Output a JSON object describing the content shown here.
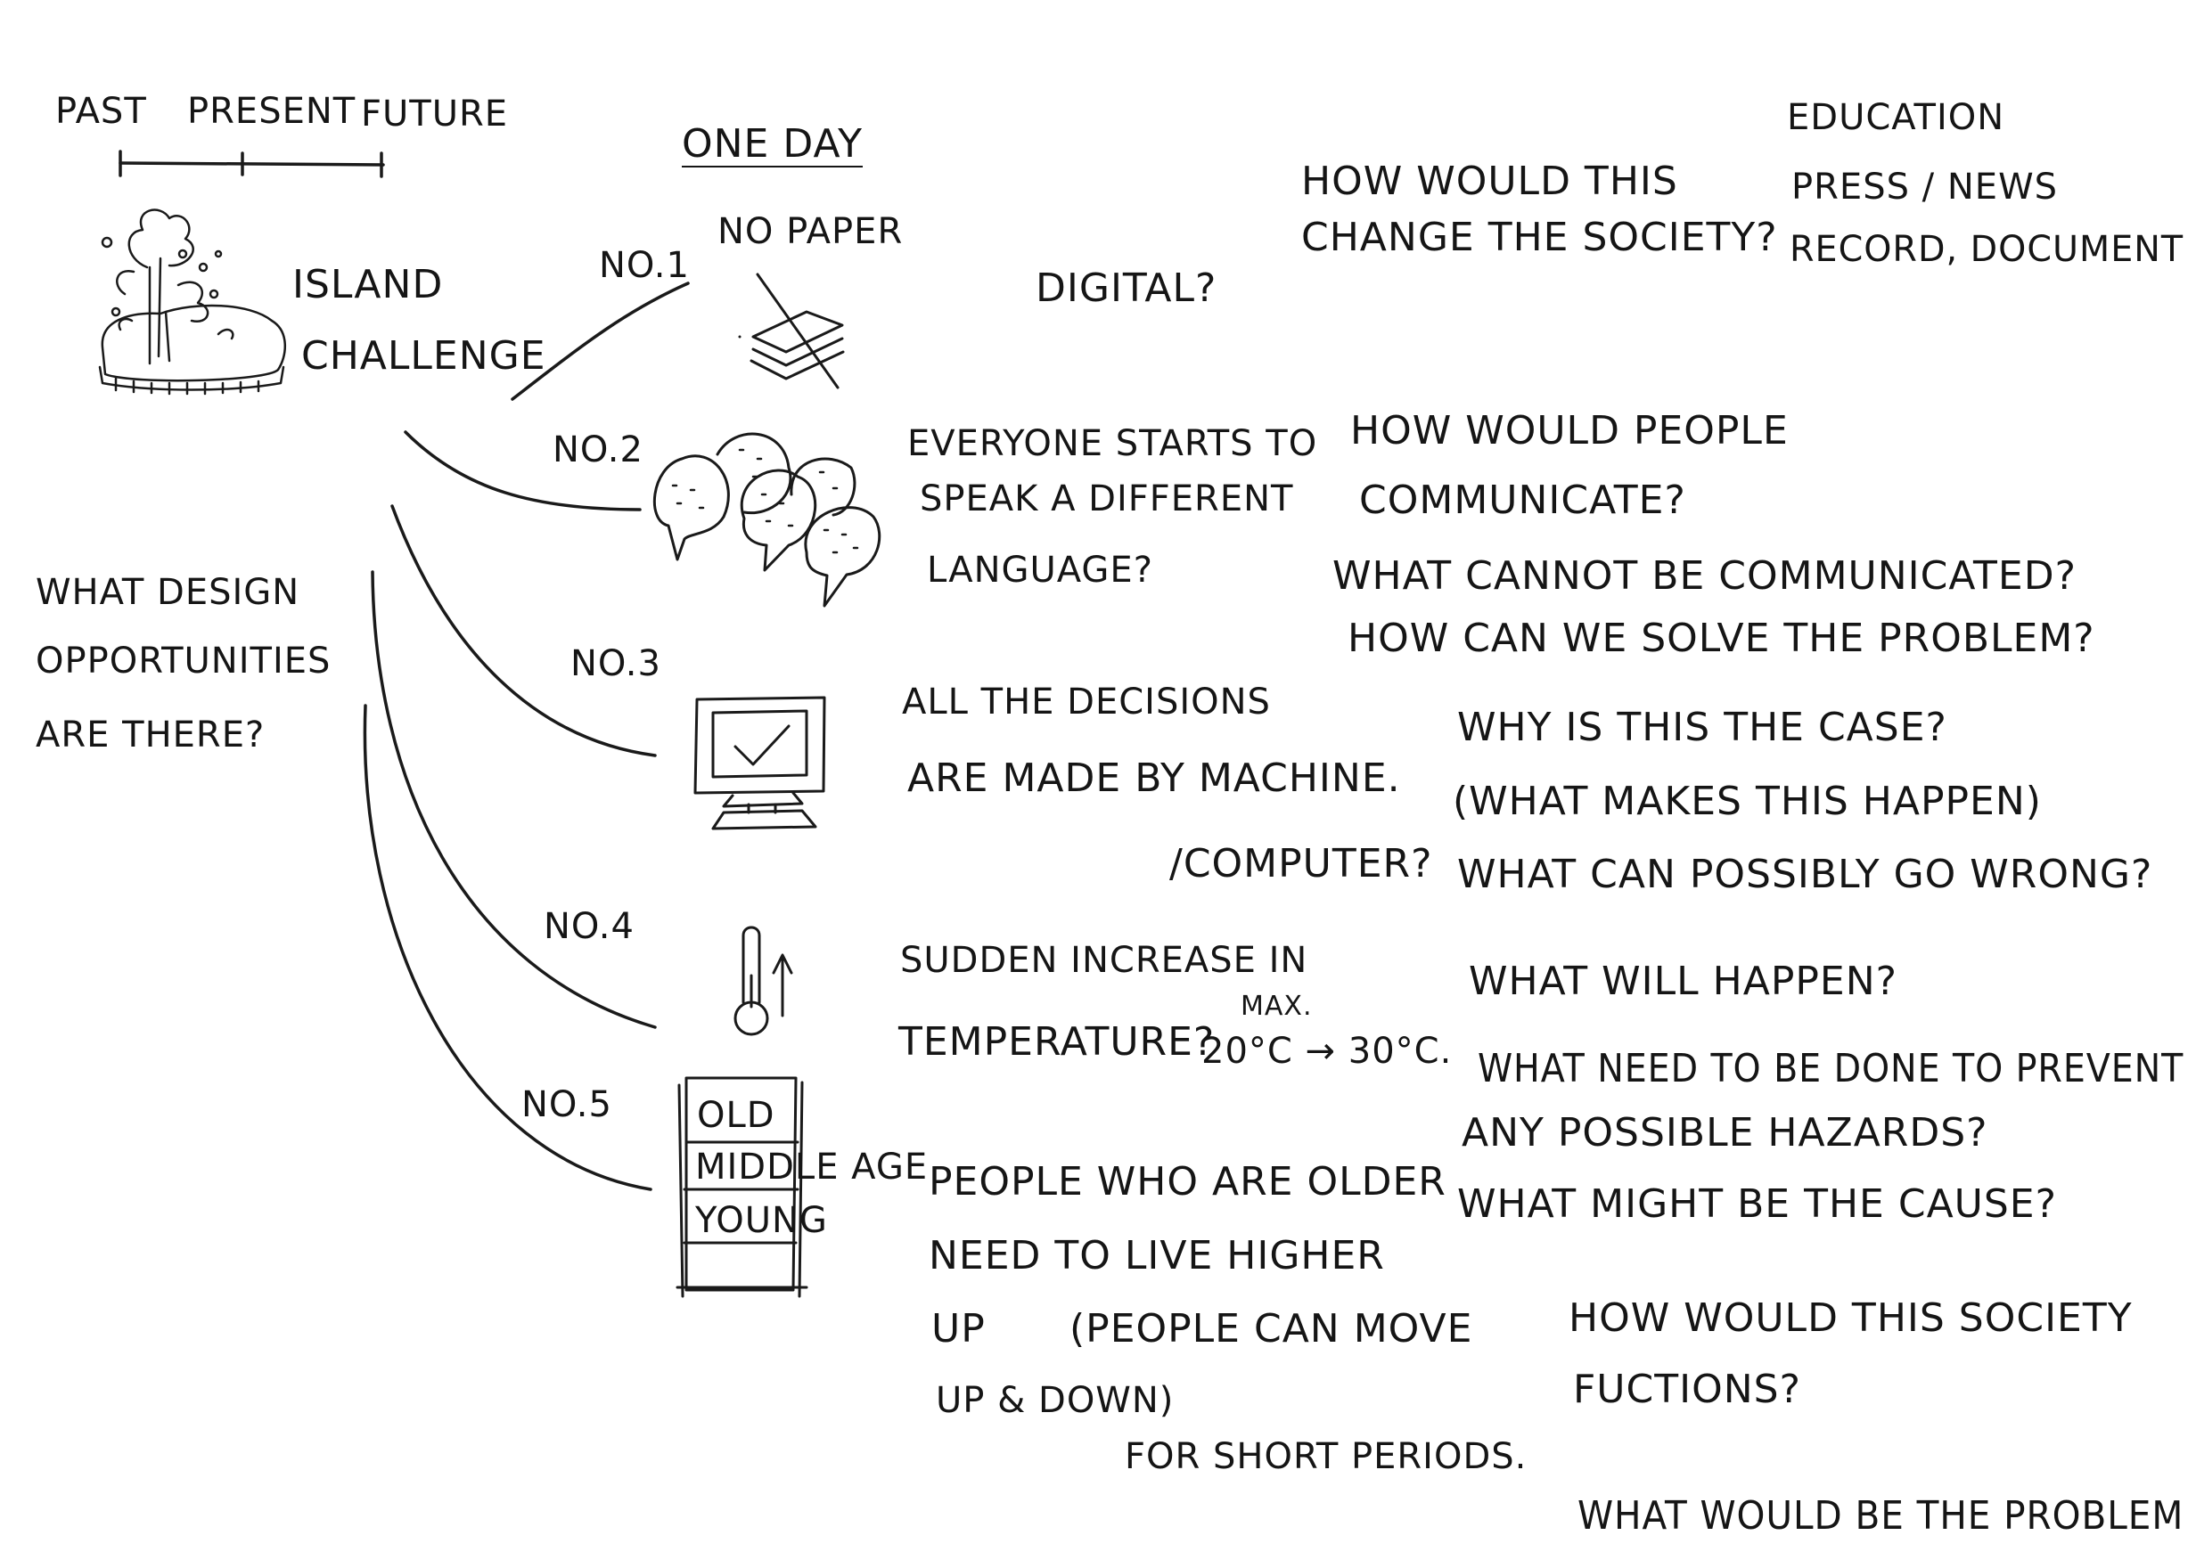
{
  "timeline": {
    "past": "PAST",
    "present": "PRESENT",
    "future": "FUTURE"
  },
  "one_day": "ONE DAY",
  "island_challenge": [
    "ISLAND",
    "CHALLENGE"
  ],
  "question_left": [
    "WHAT DESIGN",
    "OPPORTUNITIES",
    "ARE THERE?"
  ],
  "scenarios": [
    {
      "number": "NO.1",
      "icon": "crossed-out-paper-icon",
      "title": "NO PAPER",
      "text": [
        "DIGITAL?"
      ],
      "questions": [
        "HOW WOULD THIS",
        "CHANGE THE SOCIETY?"
      ],
      "aspects": [
        "EDUCATION",
        "PRESS / NEWS",
        "RECORD, DOCUMENT"
      ]
    },
    {
      "number": "NO.2",
      "icon": "speech-bubbles-icon",
      "text": [
        "EVERYONE STARTS TO",
        "SPEAK A DIFFERENT",
        "LANGUAGE?"
      ],
      "questions": [
        "HOW WOULD PEOPLE",
        "COMMUNICATE?",
        "WHAT CANNOT BE COMMUNICATED?",
        "HOW CAN WE SOLVE THE PROBLEM?"
      ]
    },
    {
      "number": "NO.3",
      "icon": "computer-checkmark-icon",
      "text": [
        "ALL THE DECISIONS",
        "ARE MADE BY MACHINE.",
        "/COMPUTER?"
      ],
      "questions": [
        "WHY IS THIS THE CASE?",
        "(WHAT MAKES THIS HAPPEN)",
        "WHAT CAN POSSIBLY GO WRONG?"
      ]
    },
    {
      "number": "NO.4",
      "icon": "thermometer-rising-icon",
      "text": [
        "SUDDEN INCREASE IN",
        "TEMPERATURE?"
      ],
      "max_label": "MAX.",
      "temp_range": "20°C → 30°C.",
      "questions": [
        "WHAT WILL HAPPEN?",
        "WHAT NEED TO BE DONE TO PREVENT",
        "ANY POSSIBLE HAZARDS?",
        "WHAT MIGHT BE THE CAUSE?"
      ]
    },
    {
      "number": "NO.5",
      "icon": "age-levels-building-icon",
      "levels": [
        "OLD",
        "MIDDLE AGE",
        "YOUNG"
      ],
      "text": [
        "PEOPLE WHO ARE OLDER",
        "NEED TO LIVE HIGHER",
        "UP",
        "(PEOPLE CAN MOVE",
        "UP & DOWN)",
        "FOR SHORT PERIODS."
      ],
      "questions": [
        "HOW WOULD THIS SOCIETY",
        "FUCTIONS?",
        "WHAT WOULD BE THE PROBLEM"
      ]
    }
  ]
}
